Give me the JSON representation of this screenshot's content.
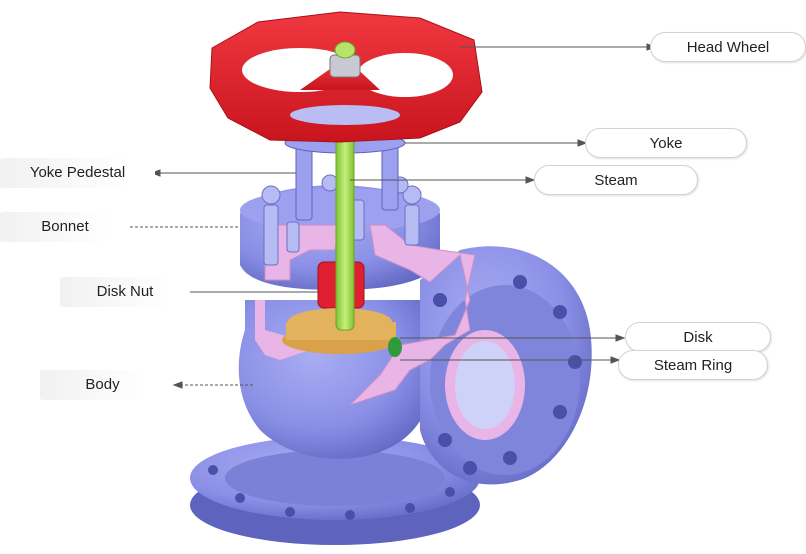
{
  "labels": {
    "head_wheel": "Head Wheel",
    "yoke": "Yoke",
    "yoke_pedestal": "Yoke Pedestal",
    "steam": "Steam",
    "bonnet": "Bonnet",
    "disk_nut": "Disk Nut",
    "disk": "Disk",
    "steam_ring": "Steam Ring",
    "body": "Body"
  },
  "colors": {
    "handwheel": "#e0242e",
    "body": "#8a8fe6",
    "body_shadow": "#5e63be",
    "section_cut": "#e8b5e6",
    "stem": "#a9e05a",
    "disk_nut": "#e02030",
    "disk": "#e2b25c",
    "seat_ring": "#2f9a3a",
    "leader_line": "#555555"
  }
}
